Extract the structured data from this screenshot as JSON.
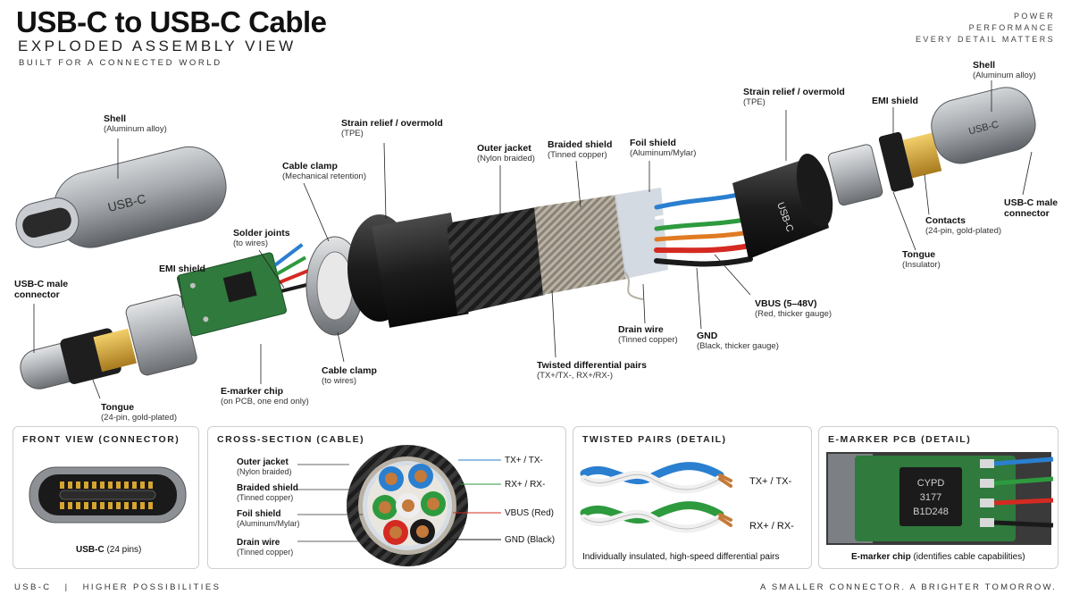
{
  "header": {
    "title": "USB-C to USB-C Cable",
    "subtitle": "EXPLODED ASSEMBLY VIEW",
    "tagline": "BUILT FOR A CONNECTED WORLD",
    "right_lines": [
      "POWER",
      "PERFORMANCE",
      "EVERY DETAIL MATTERS"
    ]
  },
  "connector_face_text": "USB-C",
  "chip_text": [
    "CYPD",
    "3177",
    "B1D248"
  ],
  "labels": {
    "shell_left": {
      "title": "Shell",
      "sub": "(Aluminum alloy)"
    },
    "usbc_male_left": {
      "title": "USB-C male",
      "title2": "connector"
    },
    "emi_left": {
      "title": "EMI shield"
    },
    "solder": {
      "title": "Solder joints",
      "sub": "(to wires)"
    },
    "cable_clamp_top": {
      "title": "Cable clamp",
      "sub": "(Mechanical retention)"
    },
    "strain_left": {
      "title": "Strain relief / overmold",
      "sub": "(TPE)"
    },
    "outer_jacket": {
      "title": "Outer jacket",
      "sub": "(Nylon braided)"
    },
    "braided_shield": {
      "title": "Braided shield",
      "sub": "(Tinned copper)"
    },
    "foil_shield": {
      "title": "Foil shield",
      "sub": "(Aluminum/Mylar)"
    },
    "strain_right": {
      "title": "Strain relief / overmold",
      "sub": "(TPE)"
    },
    "emi_right": {
      "title": "EMI shield"
    },
    "shell_right": {
      "title": "Shell",
      "sub": "(Aluminum alloy)"
    },
    "usbc_male_right": {
      "title": "USB-C male",
      "title2": "connector"
    },
    "contacts": {
      "title": "Contacts",
      "sub": "(24-pin, gold-plated)"
    },
    "tongue_right": {
      "title": "Tongue",
      "sub": "(Insulator)"
    },
    "vbus": {
      "title": "VBUS (5–48V)",
      "sub": "(Red, thicker gauge)"
    },
    "gnd": {
      "title": "GND",
      "sub": "(Black, thicker gauge)"
    },
    "drain": {
      "title": "Drain wire",
      "sub": "(Tinned copper)"
    },
    "twisted": {
      "title": "Twisted differential pairs",
      "sub": "(TX+/TX-, RX+/RX-)"
    },
    "cable_clamp_bottom": {
      "title": "Cable clamp",
      "sub": "(to wires)"
    },
    "emarker": {
      "title": "E-marker chip",
      "sub": "(on PCB, one end only)"
    },
    "tongue_left": {
      "title": "Tongue",
      "sub": "(24-pin, gold-plated)"
    }
  },
  "panels": {
    "front": {
      "title": "FRONT VIEW (CONNECTOR)",
      "caption_bold": "USB-C",
      "caption_rest": " (24 pins)"
    },
    "cross": {
      "title": "CROSS-SECTION (CABLE)",
      "left": [
        {
          "title": "Outer jacket",
          "sub": "(Nylon braided)"
        },
        {
          "title": "Braided shield",
          "sub": "(Tinned copper)"
        },
        {
          "title": "Foil shield",
          "sub": "(Aluminum/Mylar)"
        },
        {
          "title": "Drain wire",
          "sub": "(Tinned copper)"
        }
      ],
      "right": [
        "TX+ / TX-",
        "RX+ / RX-",
        "VBUS (Red)",
        "GND (Black)"
      ]
    },
    "pairs": {
      "title": "TWISTED PAIRS (DETAIL)",
      "pair1": "TX+ / TX-",
      "pair2": "RX+ / RX-",
      "caption": "Individually insulated, high-speed differential pairs"
    },
    "emarker": {
      "title": "E-MARKER PCB (DETAIL)",
      "caption_bold": "E-marker chip",
      "caption_rest": " (identifies cable capabilities)"
    }
  },
  "footer": {
    "left": "USB-C   |   HIGHER POSSIBILITIES",
    "right": "A SMALLER CONNECTOR. A BRIGHTER TOMORROW."
  },
  "colors": {
    "tx": "#2a7fd0",
    "rx": "#2e9a3e",
    "vbus": "#d42a22",
    "gnd": "#1a1a1a",
    "gold": "#d6a531",
    "pcb": "#2f7a3c",
    "shell": "#9a9ea3"
  }
}
